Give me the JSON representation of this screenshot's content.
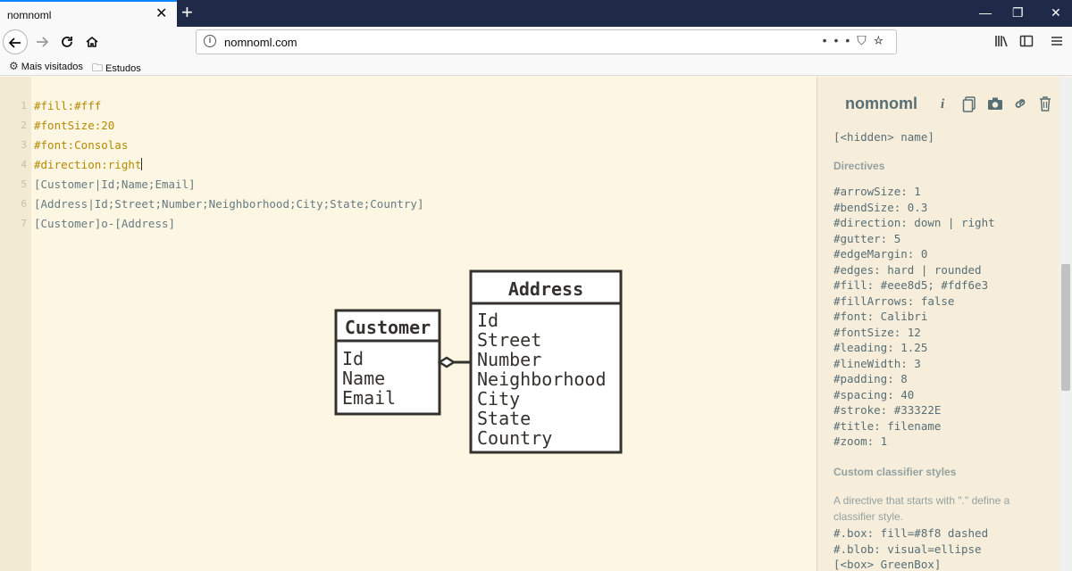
{
  "browser": {
    "tab_title": "nomnoml",
    "tab_close": "✕",
    "new_tab": "+",
    "window_controls": [
      "—",
      "❐",
      "✕"
    ],
    "url": "nomnoml.com",
    "bookmarks": [
      "Mais visitados",
      "Estudos"
    ],
    "icons": [
      "back-arrow-icon",
      "forward-arrow-icon",
      "reload-icon",
      "home-icon",
      "page-info-icon",
      "more-dots-icon",
      "pocket-icon",
      "star-icon",
      "library-icon",
      "sidebar-icon",
      "menu-icon",
      "gear-icon",
      "folder-icon"
    ]
  },
  "editor": {
    "lines": [
      {
        "num": "1",
        "text": "#fill:#fff",
        "kind": "directive"
      },
      {
        "num": "2",
        "text": "#fontSize:20",
        "kind": "directive"
      },
      {
        "num": "3",
        "text": "#font:Consolas",
        "kind": "directive"
      },
      {
        "num": "4",
        "text": "#direction:right",
        "kind": "directive"
      },
      {
        "num": "5",
        "text": "[Customer|Id;Name;Email]",
        "kind": "plain"
      },
      {
        "num": "6",
        "text": "[Address|Id;Street;Number;Neighborhood;City;State;Country]",
        "kind": "plain"
      },
      {
        "num": "7",
        "text": "[Customer]o-[Address]",
        "kind": "plain"
      }
    ]
  },
  "diagram": {
    "customer": {
      "title": "Customer",
      "fields": [
        "Id",
        "Name",
        "Email"
      ]
    },
    "address": {
      "title": "Address",
      "fields": [
        "Id",
        "Street",
        "Number",
        "Neighborhood",
        "City",
        "State",
        "Country"
      ]
    },
    "relation": "aggregation",
    "colors": {
      "fill": "#ffffff",
      "stroke": "#33322E"
    }
  },
  "sidebar": {
    "title": "nomnoml",
    "tools": [
      "info-icon",
      "copy-icon",
      "camera-icon",
      "link-icon",
      "trash-icon"
    ],
    "syntax_example": "[<hidden> name]",
    "directives_heading": "Directives",
    "directives": [
      "#arrowSize: 1",
      "#bendSize: 0.3",
      "#direction: down | right",
      "#gutter: 5",
      "#edgeMargin: 0",
      "#edges: hard | rounded",
      "#fill: #eee8d5; #fdf6e3",
      "#fillArrows: false",
      "#font: Calibri",
      "#fontSize: 12",
      "#leading: 1.25",
      "#lineWidth: 3",
      "#padding: 8",
      "#spacing: 40",
      "#stroke: #33322E",
      "#title: filename",
      "#zoom: 1"
    ],
    "custom_heading": "Custom classifier styles",
    "custom_desc": "A directive that starts with \".\" define a classifier style.",
    "custom_examples": [
      "#.box: fill=#8f8 dashed",
      "#.blob: visual=ellipse",
      "[<box> GreenBox]"
    ]
  }
}
